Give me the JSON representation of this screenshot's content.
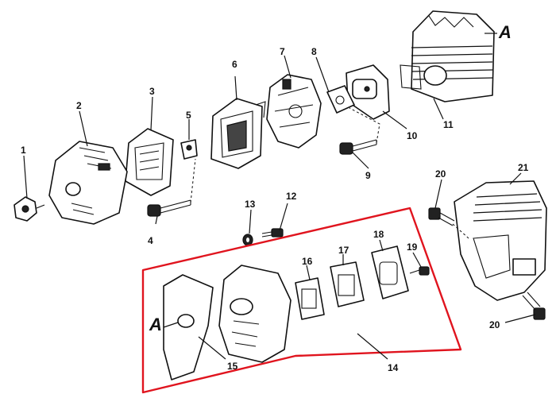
{
  "diagram": {
    "callouts": [
      {
        "id": "1",
        "label": "1"
      },
      {
        "id": "2",
        "label": "2"
      },
      {
        "id": "3",
        "label": "3"
      },
      {
        "id": "4",
        "label": "4"
      },
      {
        "id": "5",
        "label": "5"
      },
      {
        "id": "6",
        "label": "6"
      },
      {
        "id": "7",
        "label": "7"
      },
      {
        "id": "8",
        "label": "8"
      },
      {
        "id": "9",
        "label": "9"
      },
      {
        "id": "10",
        "label": "10"
      },
      {
        "id": "11",
        "label": "11"
      },
      {
        "id": "12",
        "label": "12"
      },
      {
        "id": "13",
        "label": "13"
      },
      {
        "id": "14",
        "label": "14"
      },
      {
        "id": "15",
        "label": "15"
      },
      {
        "id": "16",
        "label": "16"
      },
      {
        "id": "17",
        "label": "17"
      },
      {
        "id": "18",
        "label": "18"
      },
      {
        "id": "19",
        "label": "19"
      },
      {
        "id": "20a",
        "label": "20"
      },
      {
        "id": "20b",
        "label": "20"
      },
      {
        "id": "21",
        "label": "21"
      }
    ],
    "reference_marks": {
      "cylinder": "A",
      "muffler_plate": "A"
    },
    "colors": {
      "line": "#111111",
      "highlight_box": "#e0141e",
      "background": "#ffffff"
    }
  }
}
